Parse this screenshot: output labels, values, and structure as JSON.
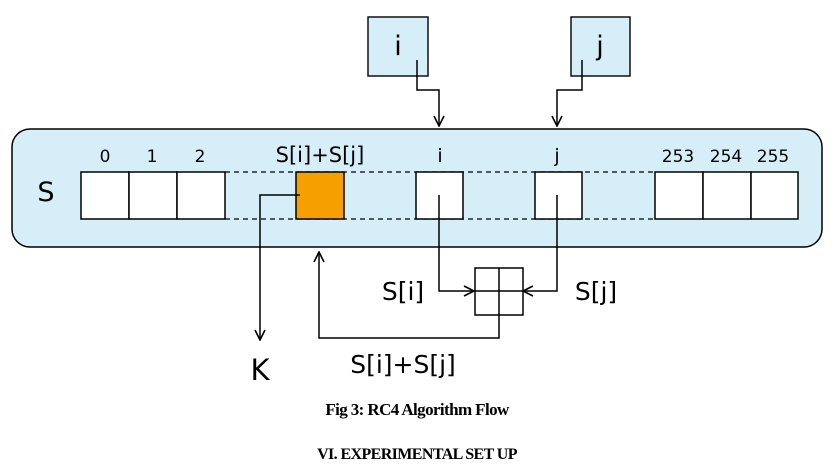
{
  "diagram": {
    "index_i_box": "i",
    "index_j_box": "j",
    "state_name": "S",
    "cell_labels": {
      "c0": "0",
      "c1": "1",
      "c2": "2",
      "csum": "S[i]+S[j]",
      "ci": "i",
      "cj": "j",
      "c253": "253",
      "c254": "254",
      "c255": "255"
    },
    "swap_left_label": "S[i]",
    "swap_right_label": "S[j]",
    "sum_label": "S[i]+S[j]",
    "output_label": "K"
  },
  "colors": {
    "state_fill": "#d5eef8",
    "index_box_fill": "#d5eef8",
    "highlight_cell": "#f5a000",
    "line": "#000000"
  },
  "caption": "Fig 3: RC4 Algorithm Flow",
  "next_section": "VI. EXPERIMENTAL SET UP"
}
